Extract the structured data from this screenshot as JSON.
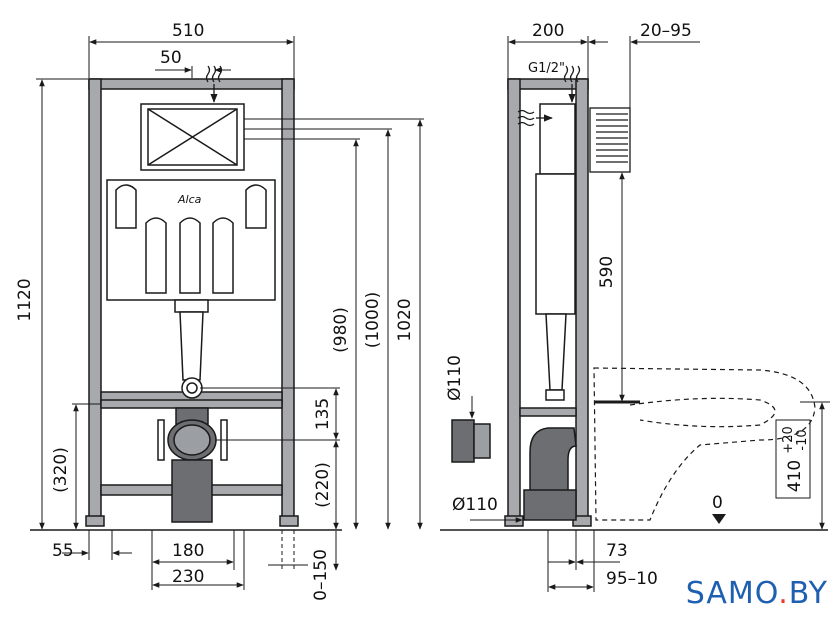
{
  "labels": {
    "front_width": "510",
    "front_offset": "50",
    "total_height": "1120",
    "d980": "(980)",
    "d1000": "(1000)",
    "d1020": "1020",
    "d135": "135",
    "d220": "(220)",
    "d320": "(320)",
    "d55": "55",
    "d180": "180",
    "d230": "230",
    "d0150": "0–150",
    "side_depth": "200",
    "side_range": "20–95",
    "thread": "G1/2\"",
    "d590": "590",
    "pipe_top": "Ø110",
    "pipe_bottom": "Ø110",
    "d73": "73",
    "d95": "95–10",
    "d410": "410",
    "tol_plus": "+20",
    "tol_minus": "-10",
    "zero": "0",
    "brand": "Alca"
  },
  "watermark": {
    "text": "SAMO",
    "dot": ".",
    "suffix": "BY"
  },
  "colors": {
    "frame": "#a7a9ac",
    "line": "#1a1a1a",
    "watermark": "#1e5fb2",
    "watermark_dot": "#e53935"
  }
}
